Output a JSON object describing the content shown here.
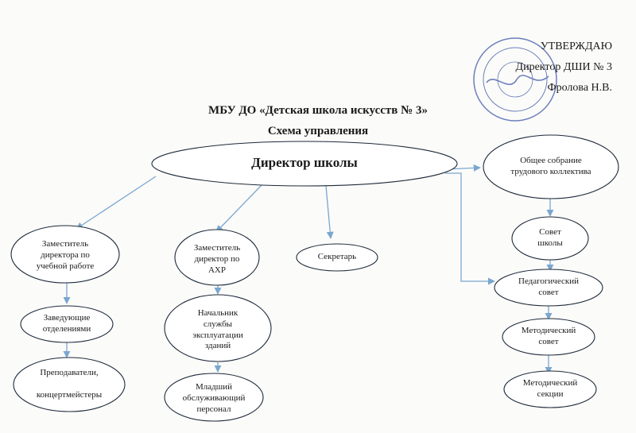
{
  "approval": {
    "label": "УТВЕРЖДАЮ",
    "position": "Директор ДШИ № 3",
    "name": "Фролова Н.В."
  },
  "header": {
    "org": "МБУ ДО «Детская школа искусств № 3»",
    "title": "Схема управления"
  },
  "nodes": {
    "director": "Директор школы",
    "deputy_edu": "Заместитель\nдиректора по\nучебной работе",
    "deputy_ahr": "Заместитель\nдиректор по\nАХР",
    "secretary": "Секретарь",
    "heads_depts": "Заведующие\nотделениями",
    "teachers": "Преподаватели,\n\nконцертмейстеры",
    "head_service": "Начальник\nслужбы\nэксплуатации\nзданий",
    "junior_staff": "Младший\nобслуживающий\nперсонал",
    "general_meeting": "Общее собрание\nтрудового коллектива",
    "school_council": "Совет\nшколы",
    "ped_council": "Педагогический\nсовет",
    "method_council": "Методический\nсовет",
    "method_sections": "Методический\nсекции"
  },
  "colors": {
    "outline": "#1d2a3a",
    "arrow": "#7aa6cf",
    "stamp": "#3d56a8"
  }
}
